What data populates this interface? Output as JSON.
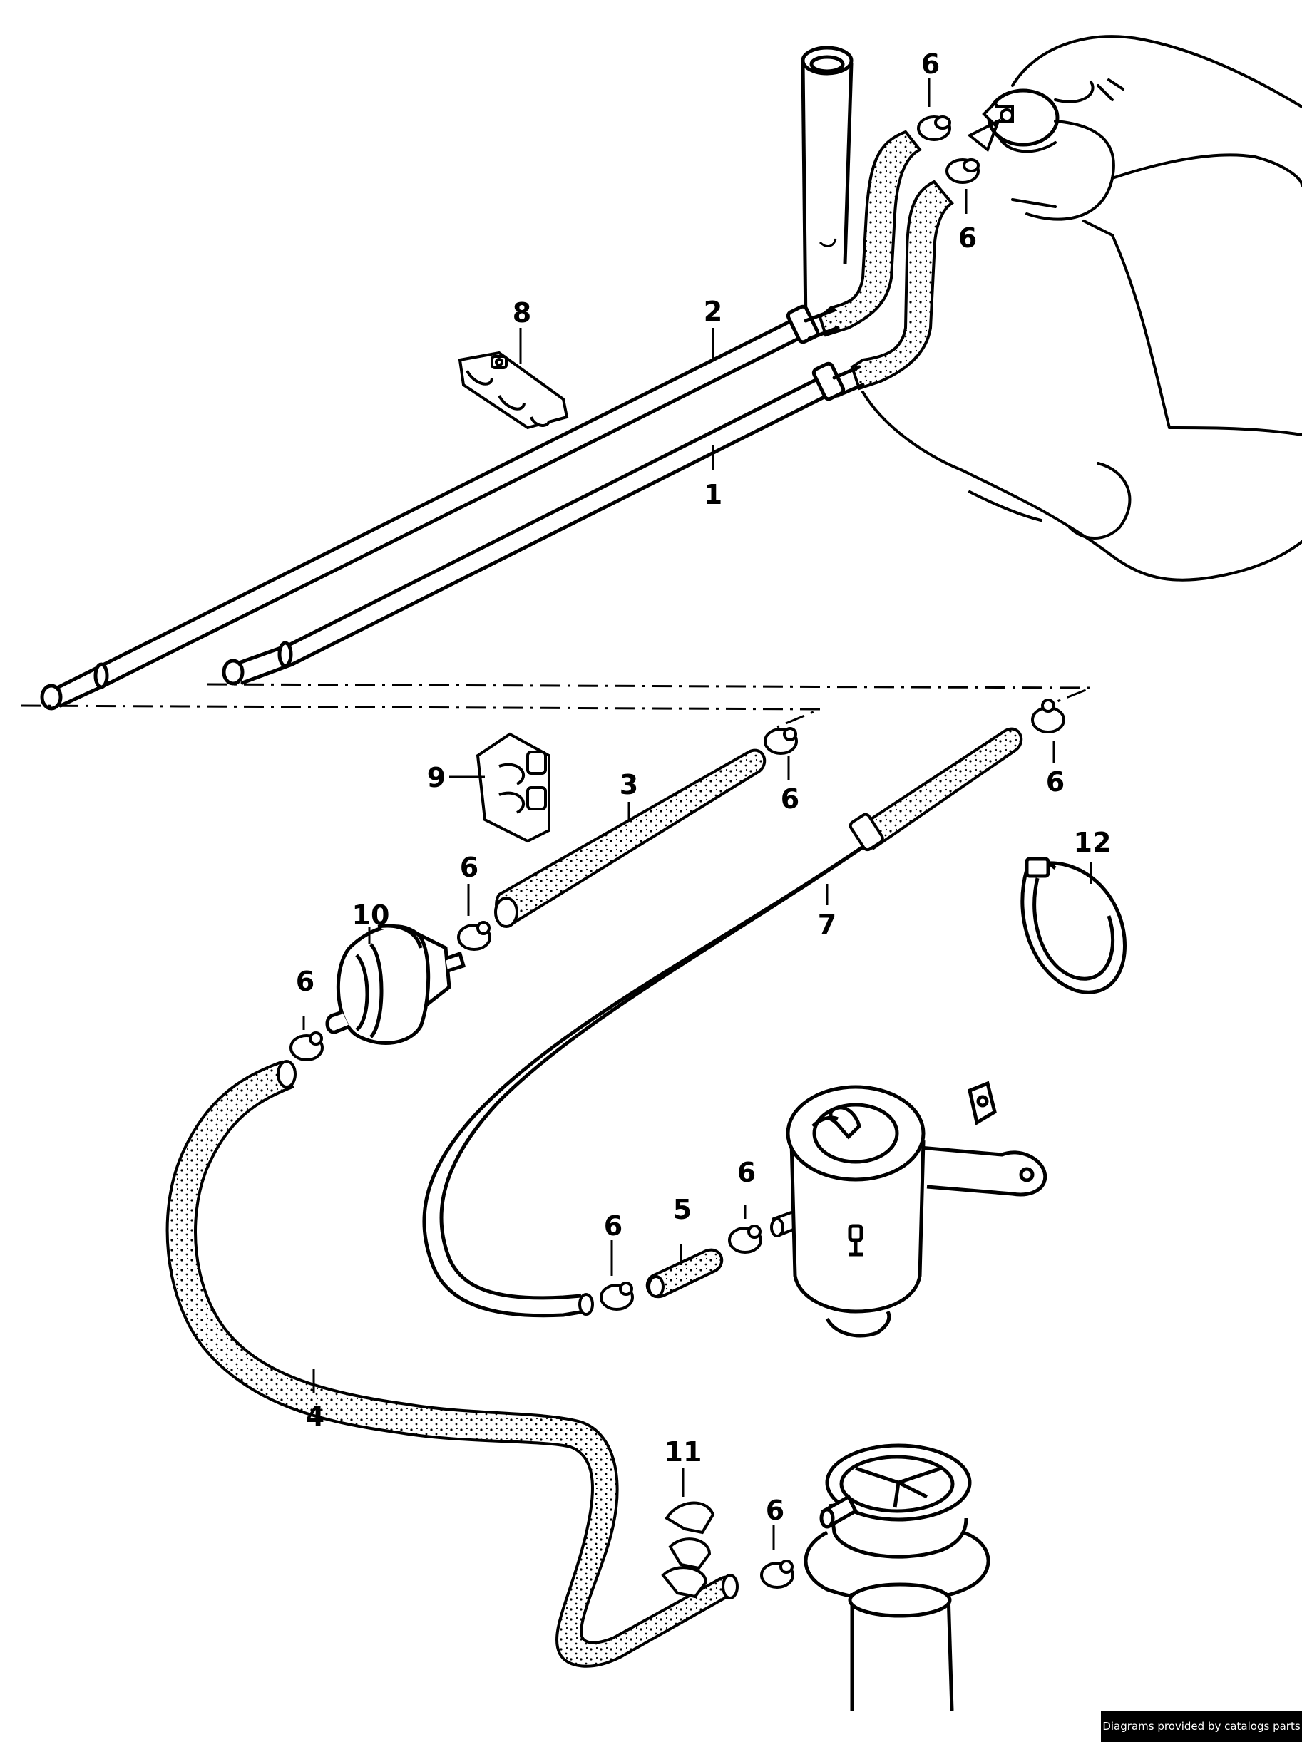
{
  "diagram": {
    "callouts": {
      "c1": "1",
      "c2": "2",
      "c3": "3",
      "c4": "4",
      "c5": "5",
      "c6": "6",
      "c7": "7",
      "c8": "8",
      "c9": "9",
      "c10": "10",
      "c11": "11",
      "c12": "12"
    },
    "line_color": "#000000",
    "background": "#ffffff"
  },
  "footer": {
    "credit": "Diagrams provided by catalogs parts"
  }
}
